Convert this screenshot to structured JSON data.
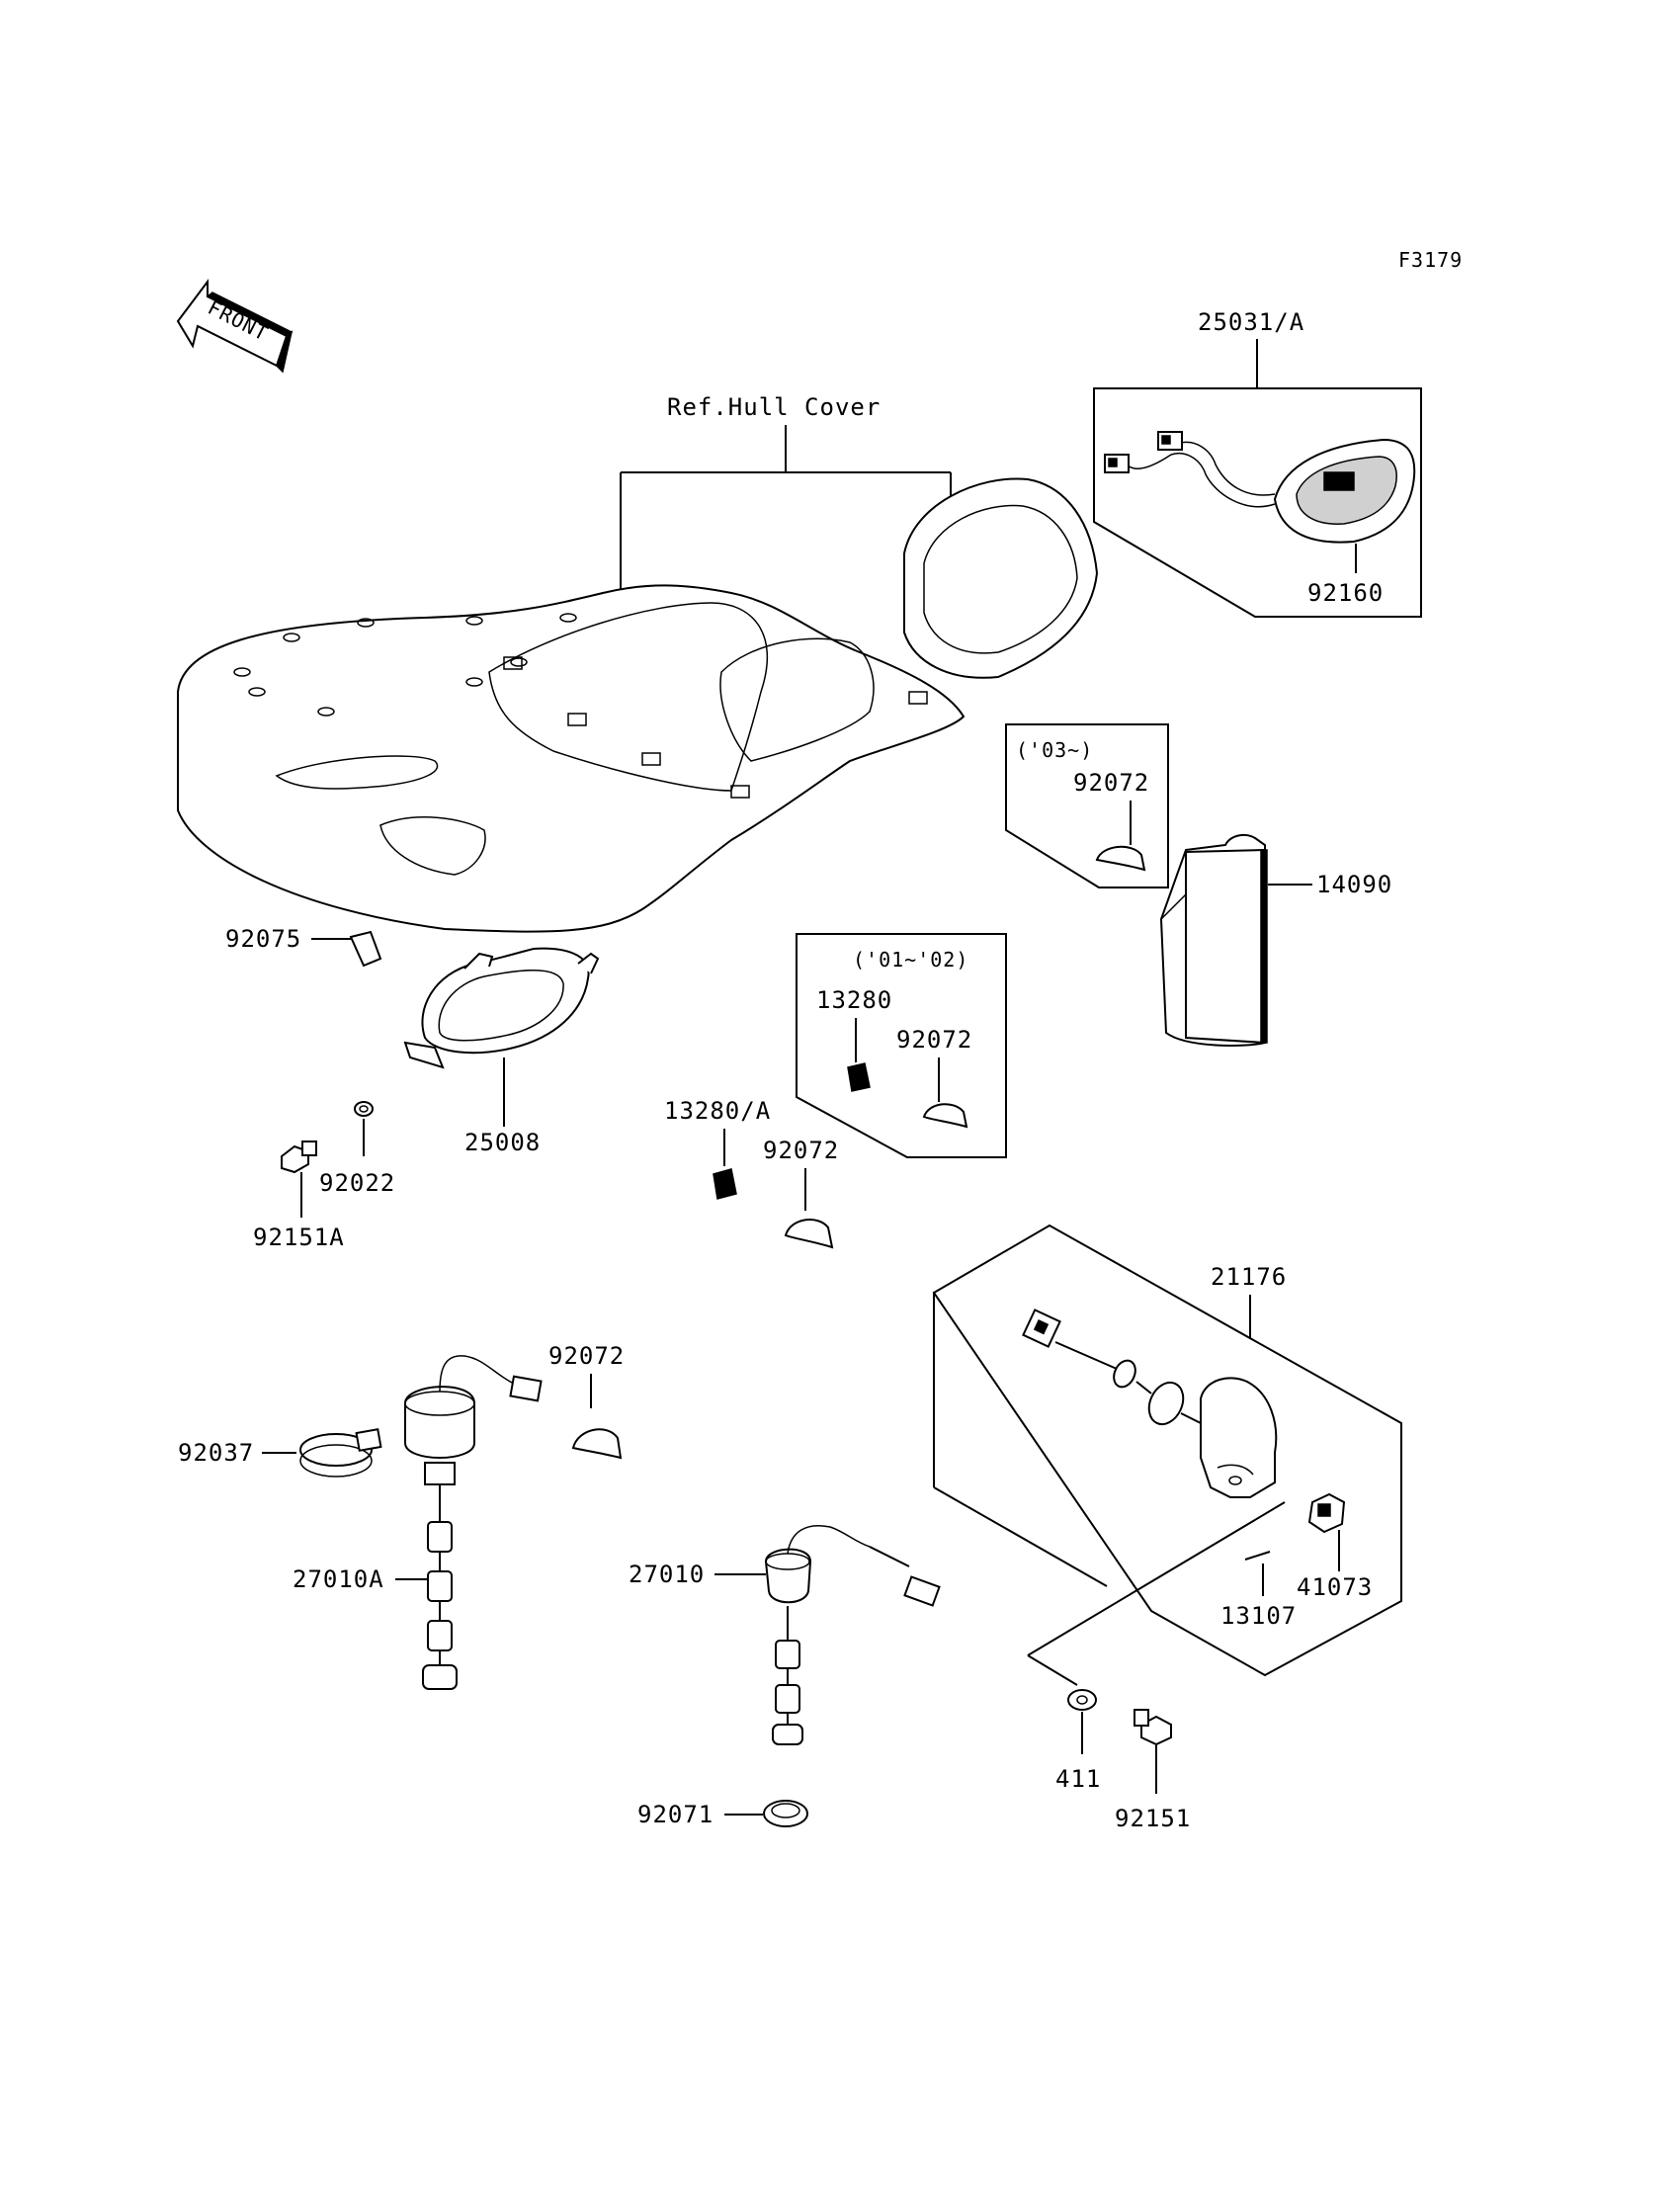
{
  "figure_code": "F3179",
  "front_arrow_label": "FRONT",
  "ref_label": "Ref.Hull Cover",
  "parts": {
    "p25031": "25031/A",
    "p92160": "92160",
    "p03_note": "('03~)",
    "p92072_a": "92072",
    "p14090": "14090",
    "p92075": "92075",
    "p25008": "25008",
    "p92022": "92022",
    "p92151A": "92151A",
    "p01_02_note": "('01~'02)",
    "p13280": "13280",
    "p92072_b": "92072",
    "p13280A": "13280/A",
    "p92072_c": "92072",
    "p21176": "21176",
    "p92072_d": "92072",
    "p92037": "92037",
    "p27010A": "27010A",
    "p27010": "27010",
    "p41073": "41073",
    "p13107": "13107",
    "p411": "411",
    "p92151": "92151",
    "p92071": "92071"
  }
}
